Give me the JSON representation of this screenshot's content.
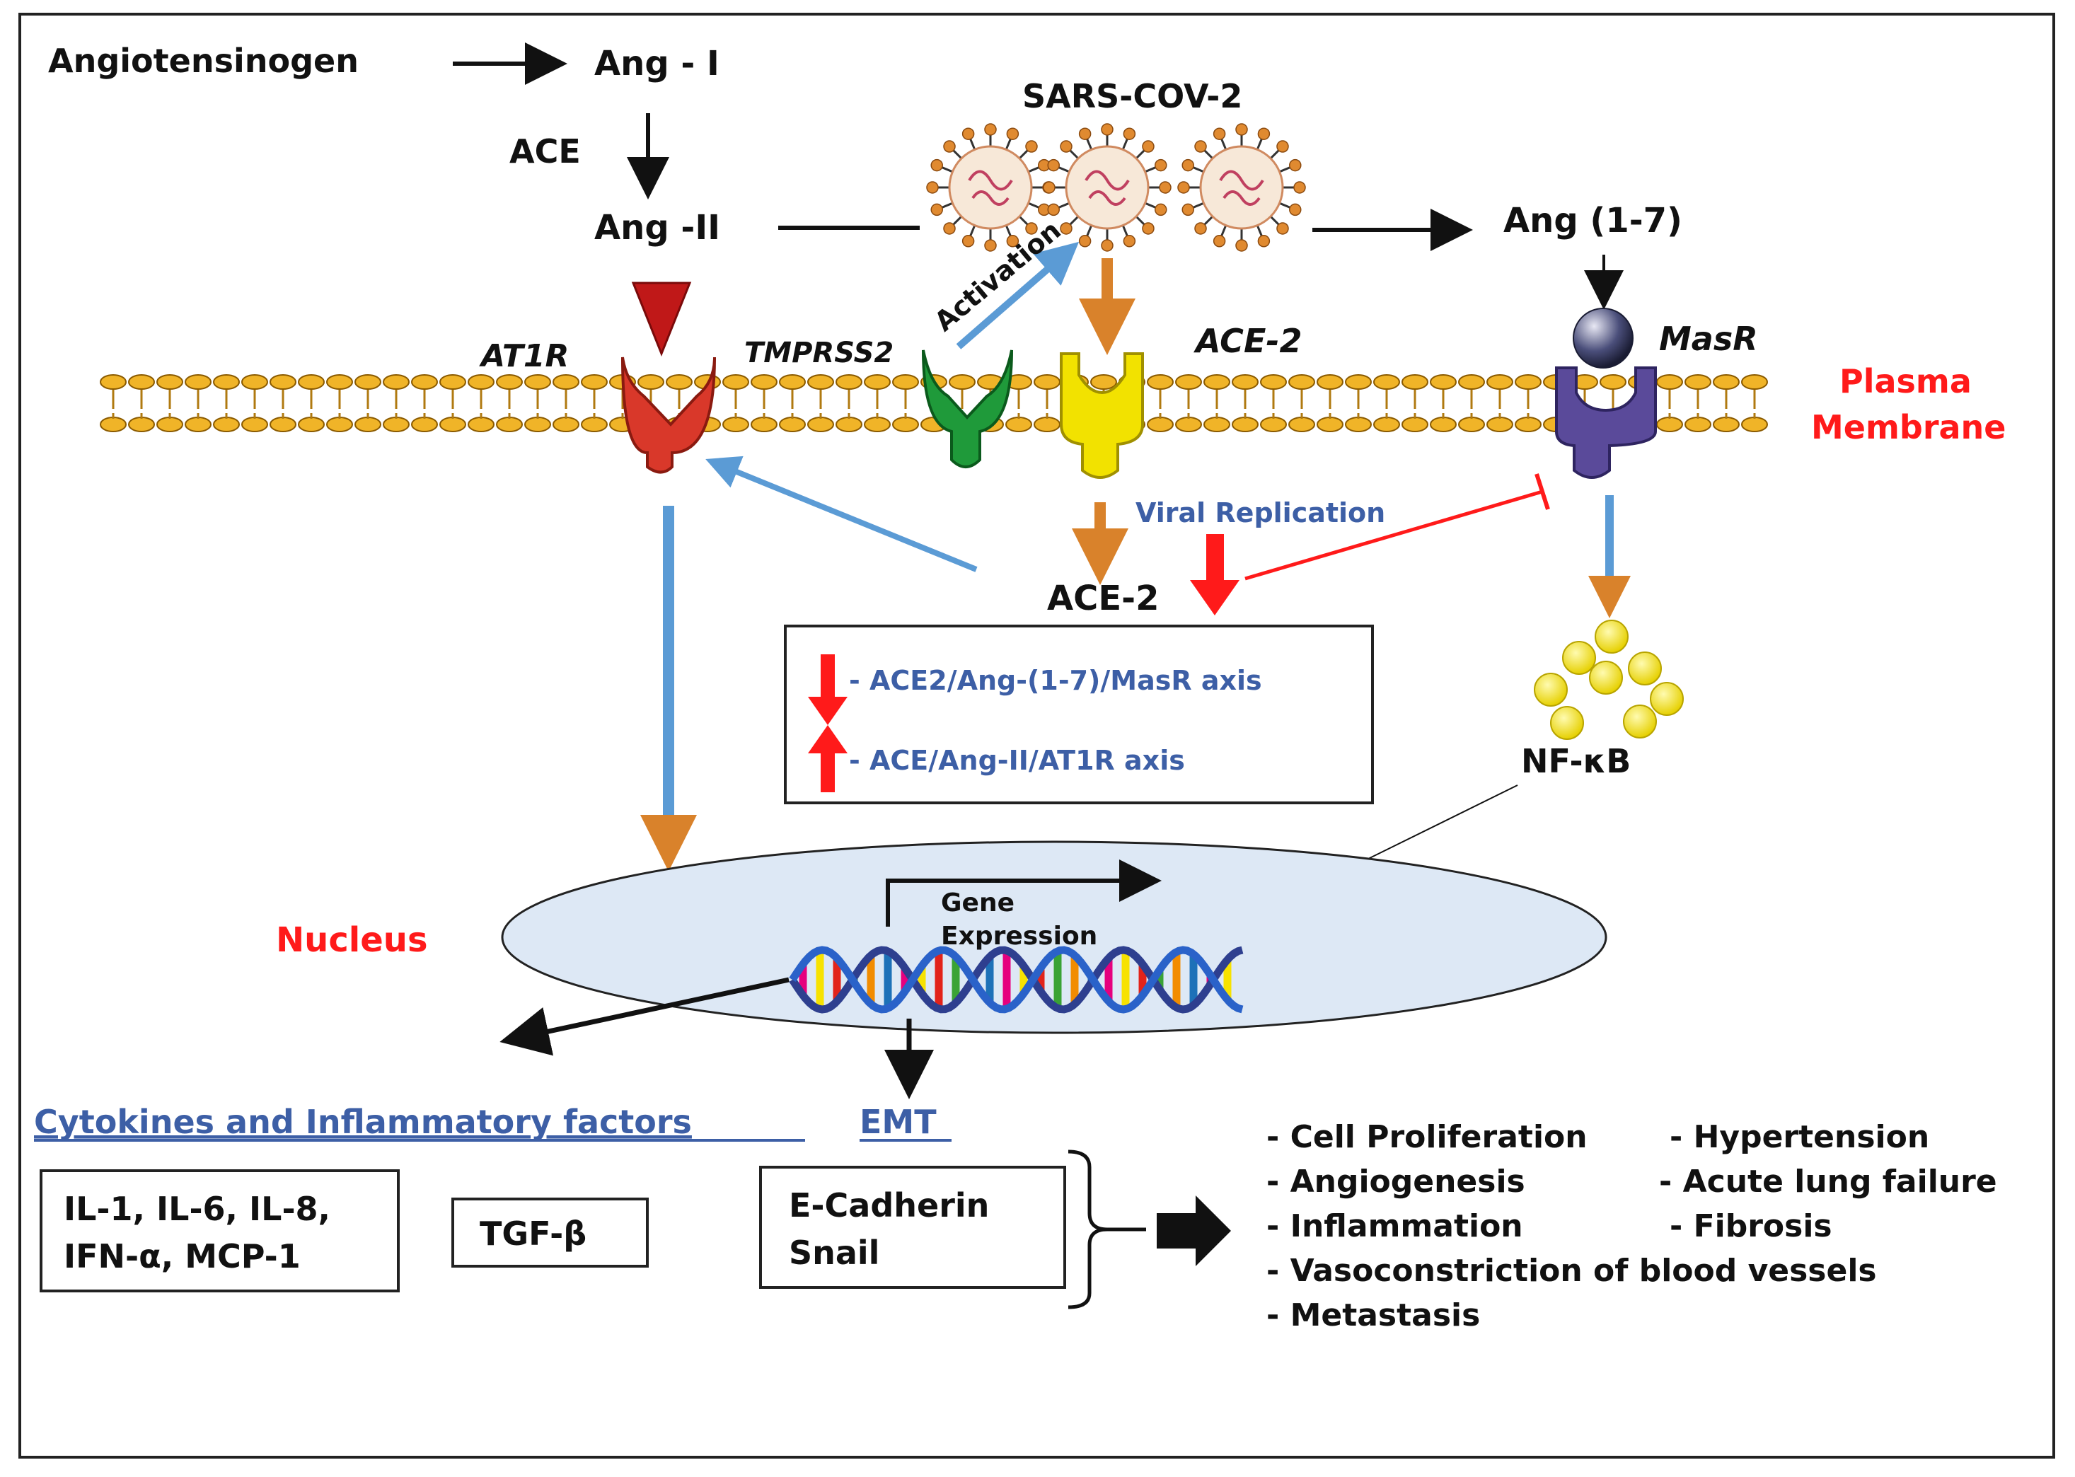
{
  "labels": {
    "angiotensinogen": "Angiotensinogen",
    "ang1": "Ang - I",
    "ace": "ACE",
    "ang2": "Ang -II",
    "sars": "SARS-COV-2",
    "ang17": "Ang (1-7)",
    "activation": "Activation",
    "at1r": "AT1R",
    "tmprss2": "TMPRSS2",
    "ace2_receptor": "ACE-2",
    "masr": "MasR",
    "plasma_line1": "Plasma",
    "plasma_line2": "Membrane",
    "viral_replication": "Viral Replication",
    "ace2_soluble": "ACE-2",
    "axis_down": "- ACE2/Ang-(1-7)/MasR axis",
    "axis_up": "- ACE/Ang-II/AT1R axis",
    "nfkb": "NF-κB",
    "nucleus": "Nucleus",
    "gene_line1": "Gene",
    "gene_line2": "Expression",
    "cytokines_heading": "Cytokines and Inflammatory factors",
    "emt_heading": "EMT",
    "cytokines_box_line1": "IL-1, IL-6, IL-8,",
    "cytokines_box_line2": "IFN-α, MCP-1",
    "tgf": "TGF-β",
    "emt_box_line1": "E-Cadherin",
    "emt_box_line2": "Snail"
  },
  "outcomes": [
    "- Cell Proliferation",
    "- Angiogenesis",
    "- Inflammation",
    "- Vasoconstriction of blood vessels",
    "- Metastasis",
    "- Hypertension",
    "- Acute lung failure",
    "- Fibrosis"
  ],
  "colors": {
    "membrane": "#e0a020",
    "at1r": "#d9382a",
    "tmprss2": "#1f9a3a",
    "ace2": "#f2e200",
    "masr": "#5a4a9a",
    "blue_arrow": "#5b9bd5",
    "orange_arrow": "#d9822b",
    "red": "#ff1a1a",
    "nucleus_fill": "#dde8f5",
    "nfkb_dots": "#f0e020"
  }
}
